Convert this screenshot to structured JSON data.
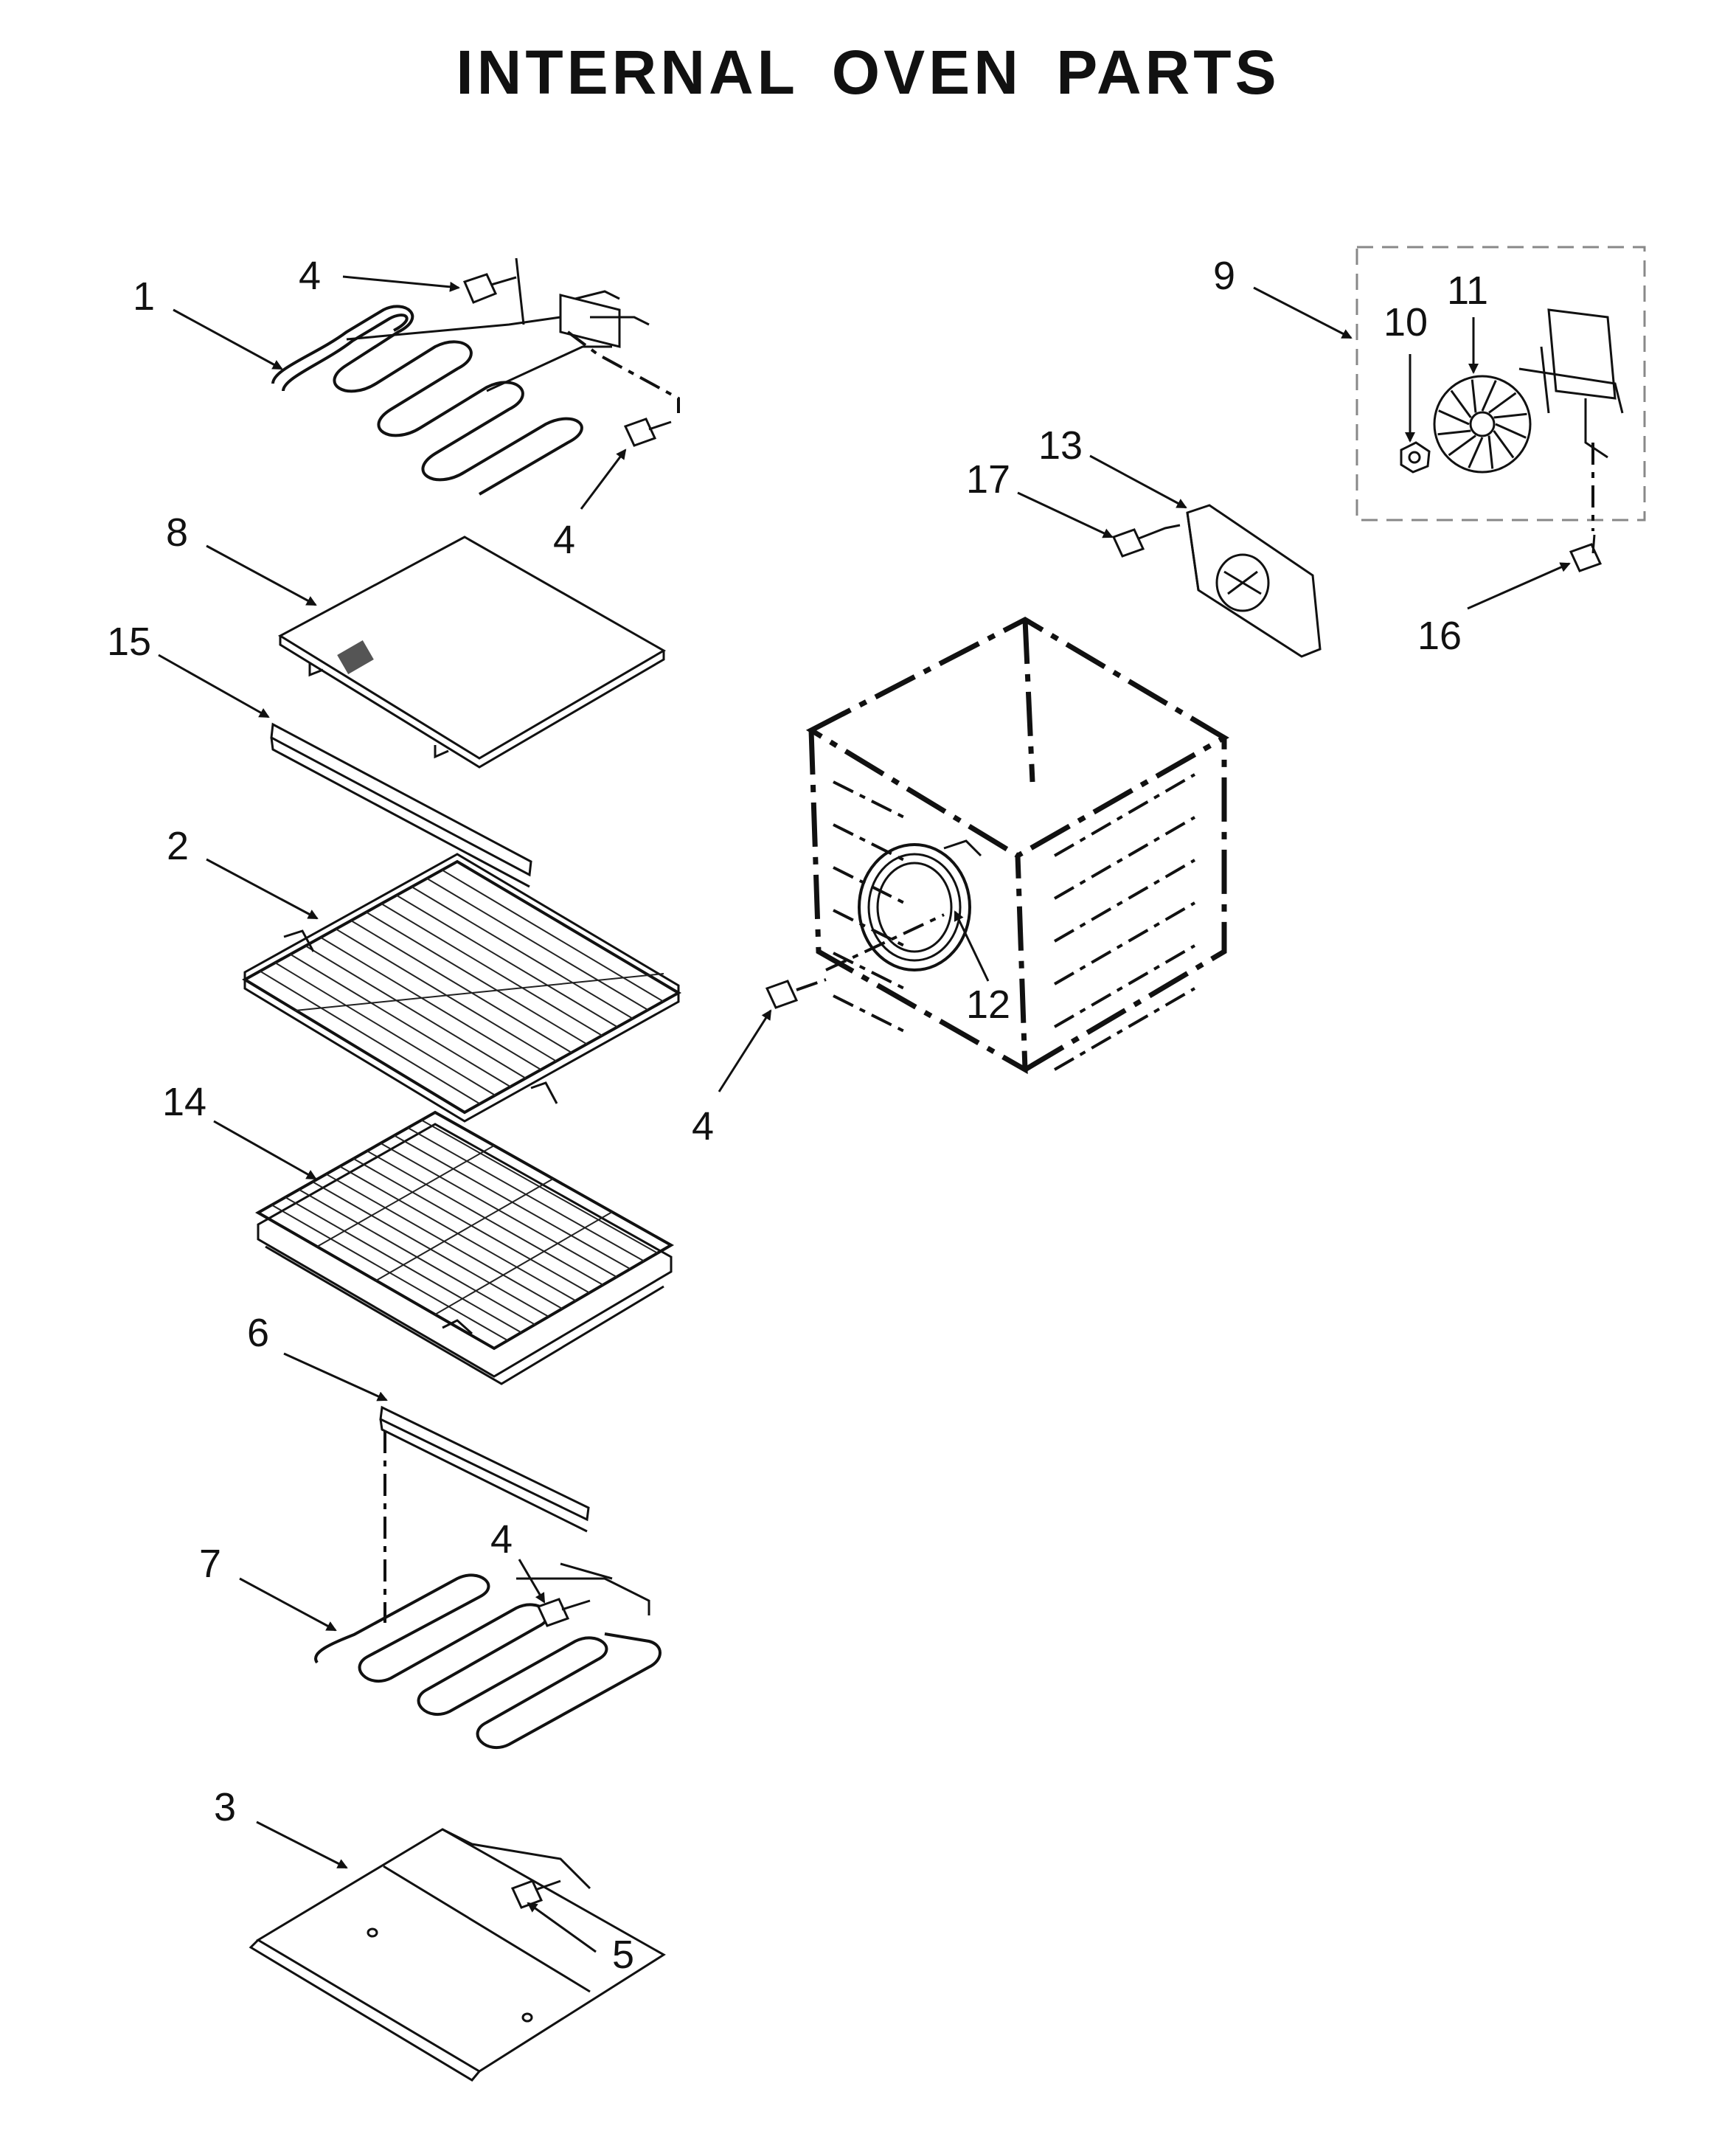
{
  "title": "INTERNAL OVEN PARTS",
  "callouts": [
    {
      "id": "c1",
      "text": "1"
    },
    {
      "id": "c4a",
      "text": "4"
    },
    {
      "id": "c4b",
      "text": "4"
    },
    {
      "id": "c8",
      "text": "8"
    },
    {
      "id": "c15",
      "text": "15"
    },
    {
      "id": "c2",
      "text": "2"
    },
    {
      "id": "c14",
      "text": "14"
    },
    {
      "id": "c6",
      "text": "6"
    },
    {
      "id": "c7",
      "text": "7"
    },
    {
      "id": "c4c",
      "text": "4"
    },
    {
      "id": "c3",
      "text": "3"
    },
    {
      "id": "c5",
      "text": "5"
    },
    {
      "id": "c9",
      "text": "9"
    },
    {
      "id": "c10",
      "text": "10"
    },
    {
      "id": "c11",
      "text": "11"
    },
    {
      "id": "c13",
      "text": "13"
    },
    {
      "id": "c17",
      "text": "17"
    },
    {
      "id": "c16",
      "text": "16"
    },
    {
      "id": "c12",
      "text": "12"
    },
    {
      "id": "c4d",
      "text": "4"
    }
  ]
}
